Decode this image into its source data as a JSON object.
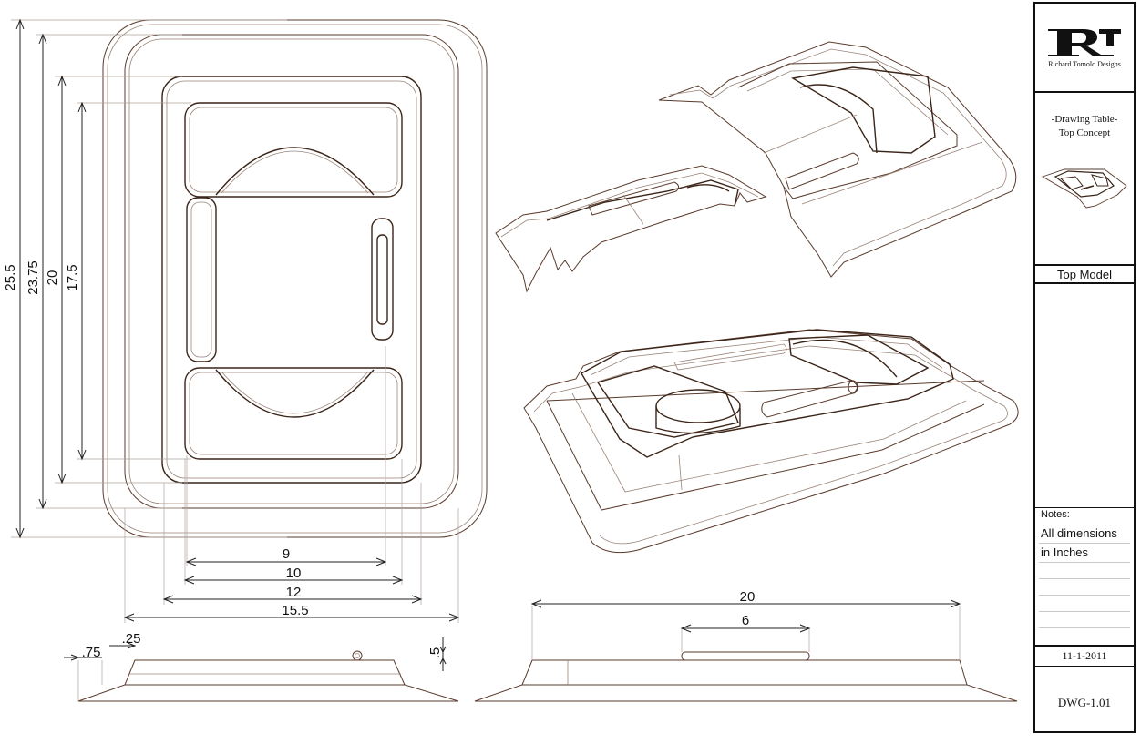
{
  "drawing": {
    "dims_vertical": [
      "25.5",
      "23.75",
      "20",
      "17.5"
    ],
    "dims_plan_horizontal": [
      "9",
      "10",
      "12",
      "15.5"
    ],
    "dims_side": [
      ".75",
      ".25",
      ".5"
    ],
    "dims_front": [
      "20",
      "6"
    ]
  },
  "title_block": {
    "company": "Richard Tomolo Designs",
    "title_line1": "-Drawing Table-",
    "title_line2": "Top Concept",
    "model_label": "Top Model",
    "notes_label": "Notes:",
    "notes_line1": "All dimensions",
    "notes_line2": "in Inches",
    "date": "11-1-2011",
    "drawing_number": "DWG-1.01"
  },
  "colors": {
    "line": "#5a3a2c",
    "border": "#111111"
  }
}
